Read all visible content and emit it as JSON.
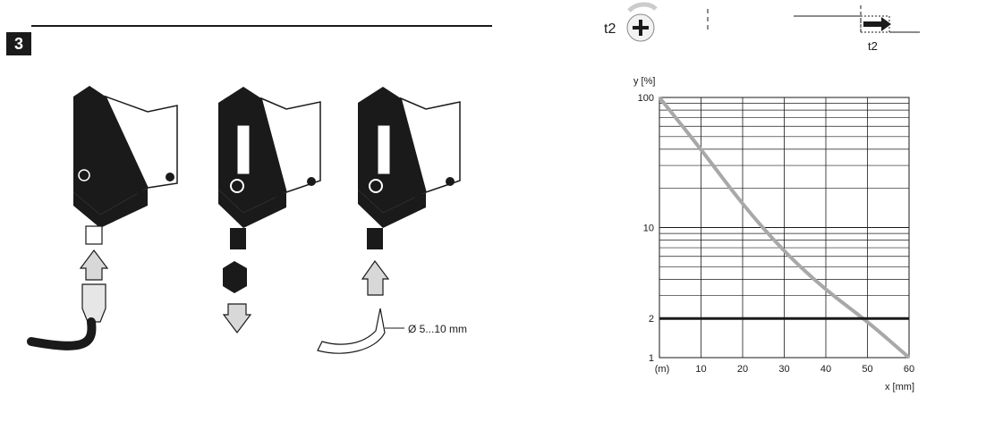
{
  "step_number": "3",
  "cable_diameter_label": "Ø 5...10 mm",
  "timing": {
    "t2_label_left": "t2",
    "t2_label_right": "t2",
    "knob_icon": "plus-knob-icon",
    "arrow_icon": "right-arrow-icon"
  },
  "chart_data": {
    "type": "line",
    "ylabel": "y [%]",
    "xlabel": "x [mm]",
    "y_scale": "log",
    "ylim": [
      1,
      100
    ],
    "xlim": [
      0,
      60
    ],
    "x_ticks": [
      "(m)",
      "10",
      "20",
      "30",
      "40",
      "50",
      "60"
    ],
    "y_ticks": [
      "100",
      "10",
      "2",
      "1"
    ],
    "grid": true,
    "series": [
      {
        "color": "#a8a8a8",
        "x": [
          0,
          10,
          20,
          30,
          40,
          50,
          60
        ],
        "y": [
          100,
          40,
          15,
          6.5,
          3.3,
          1.9,
          1
        ]
      }
    ],
    "reference_line": {
      "y": 2,
      "color": "#1a1a1a"
    }
  }
}
